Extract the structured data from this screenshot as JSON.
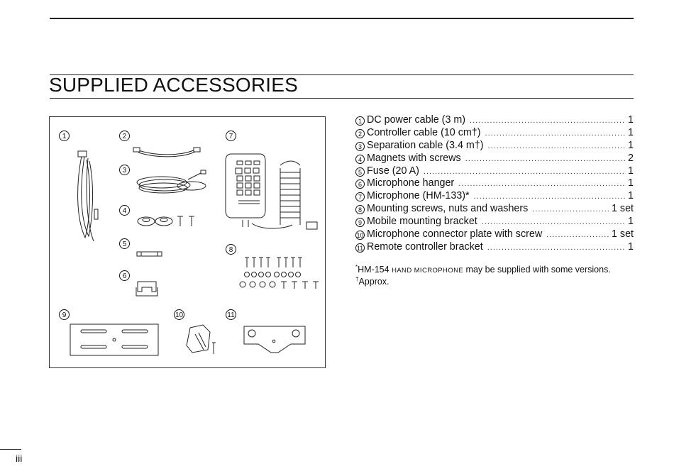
{
  "title": "SUPPLIED ACCESSORIES",
  "callouts": [
    "1",
    "2",
    "3",
    "4",
    "5",
    "6",
    "7",
    "8",
    "9",
    "10",
    "11"
  ],
  "items": [
    {
      "num": "1",
      "name": "DC power cable (3 m)",
      "qty": "1"
    },
    {
      "num": "2",
      "name": "Controller cable (10 cm†)",
      "qty": "1"
    },
    {
      "num": "3",
      "name": "Separation cable (3.4 m†)",
      "qty": "1"
    },
    {
      "num": "4",
      "name": "Magnets with screws",
      "qty": "2"
    },
    {
      "num": "5",
      "name": "Fuse (20 A)",
      "qty": "1"
    },
    {
      "num": "6",
      "name": "Microphone hanger",
      "qty": "1"
    },
    {
      "num": "7",
      "name": "Microphone (HM-133)*",
      "qty": "1"
    },
    {
      "num": "8",
      "name": "Mounting screws, nuts and washers",
      "qty": "1 set"
    },
    {
      "num": "9",
      "name": "Mobile mounting bracket",
      "qty": "1"
    },
    {
      "num": "10",
      "name": "Microphone connector plate with screw",
      "qty": "1 set"
    },
    {
      "num": "11",
      "name": "Remote controller bracket",
      "qty": "1"
    }
  ],
  "notes": {
    "asterisk": "*",
    "model": "HM-154 ",
    "hand_mic": "HAND MICROPHONE",
    "rest": " may be supplied with some versions.",
    "dagger": "†",
    "approx": "Approx."
  },
  "page_number": "iii"
}
